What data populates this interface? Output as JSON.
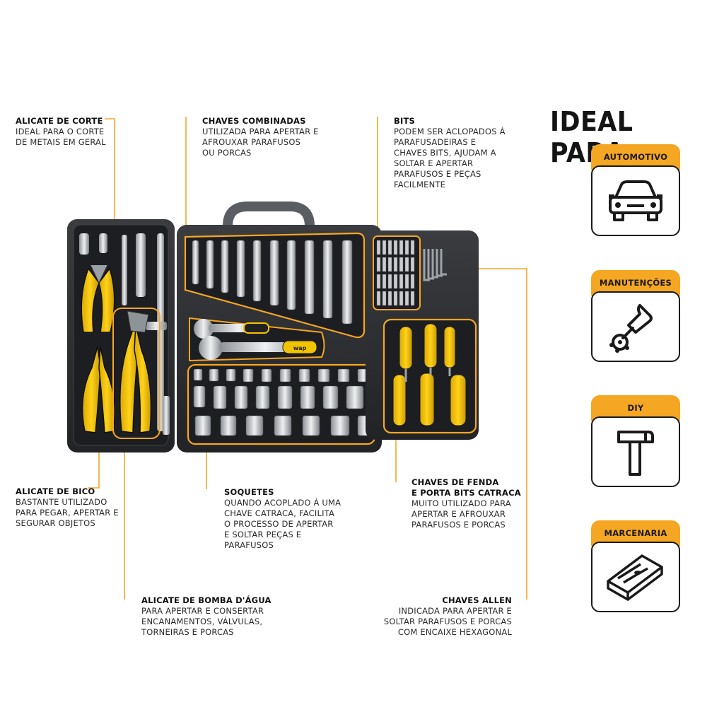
{
  "ideal": {
    "title": "IDEAL PARA:",
    "cards": [
      {
        "label": "AUTOMOTIVO",
        "icon": "car-icon"
      },
      {
        "label": "MANUTENÇÕES",
        "icon": "wrench-icon"
      },
      {
        "label": "DIY",
        "icon": "hammer-icon"
      },
      {
        "label": "MARCENARIA",
        "icon": "wood-planks-icon"
      }
    ]
  },
  "callouts": {
    "alicate_corte": {
      "title": "ALICATE DE CORTE",
      "desc": "IDEAL PARA  O CORTE\nDE METAIS EM GERAL"
    },
    "chaves_combinadas": {
      "title": "CHAVES COMBINADAS",
      "desc": "UTILIZADA PARA APERTAR E\nAFROUXAR PARAFUSOS\nOU PORCAS"
    },
    "bits": {
      "title": "BITS",
      "desc": "PODEM SER ACLOPADOS Á\nPARAFUSADEIRAS E\nCHAVES BITS, AJUDAM A\nSOLTAR E APERTAR\nPARAFUSOS E PEÇAS\nFACILMENTE"
    },
    "alicate_bico": {
      "title": "ALICATE DE BICO",
      "desc": "BASTANTE UTILIZADO\nPARA PEGAR, APERTAR E\nSEGURAR OBJETOS"
    },
    "soquetes": {
      "title": "SOQUETES",
      "desc": "QUANDO ACOPLADO Á UMA\nCHAVE CATRACA, FACILITA\nO PROCESSO DE APERTAR\nE SOLTAR PEÇAS E\nPARAFUSOS"
    },
    "chaves_fenda": {
      "title": "CHAVES DE FENDA\nE PORTA BITS CATRACA",
      "desc": "MUITO UTILIZADO PARA\nAPERTAR E AFROUXAR\nPARAFUSOS E PORCAS"
    },
    "bomba_agua": {
      "title": "ALICATE DE BOMBA D'ÁGUA",
      "desc": "PARA APERTAR E CONSERTAR\nENCANAMENTOS, VÁLVULAS,\nTORNEIRAS E PORCAS"
    },
    "chaves_allen": {
      "title": "CHAVES ALLEN",
      "desc": "INDICADA PARA APERTAR E\nSOLTAR PARAFUSOS E PORCAS\nCOM ENCAIXE HEXAGONAL"
    }
  },
  "product": {
    "brand_mark": "wap"
  },
  "colors": {
    "accent": "#f5a623",
    "case": "#2b2d30",
    "tool_yellow": "#f2c400"
  }
}
